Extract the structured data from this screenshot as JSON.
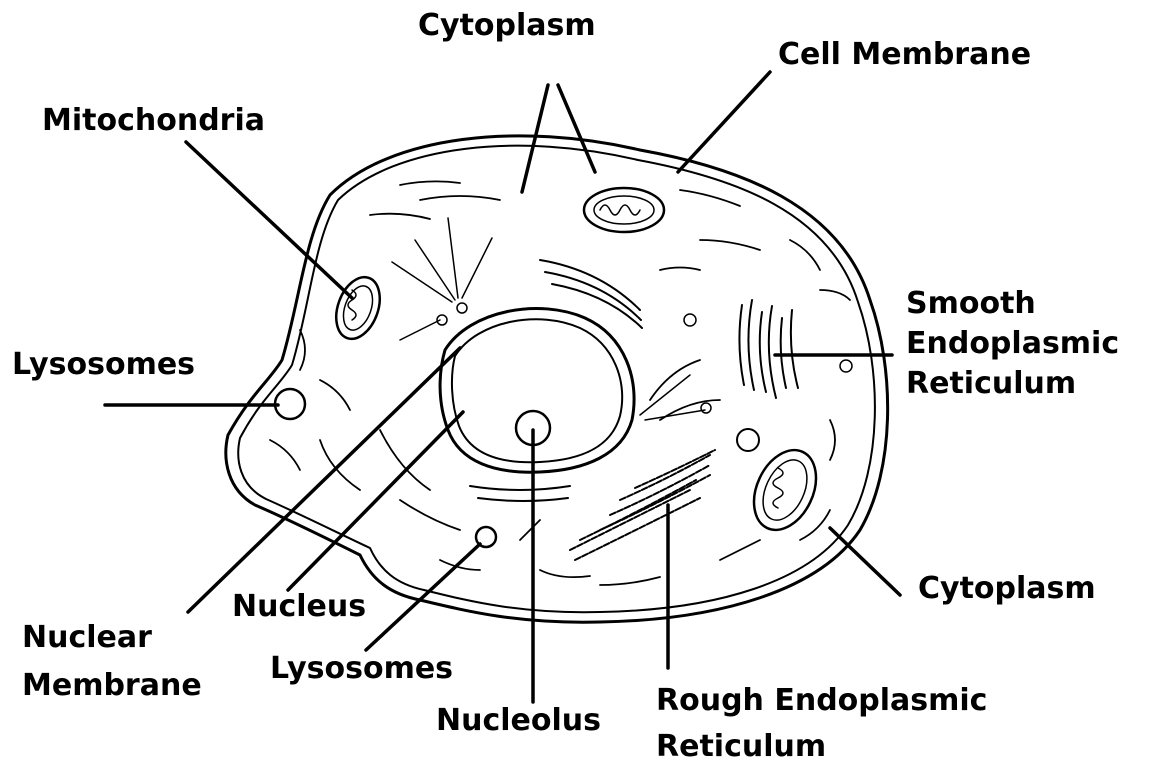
{
  "labels": {
    "cytoplasm_top": "Cytoplasm",
    "cell_membrane": "Cell Membrane",
    "mitochondria": "Mitochondria",
    "smooth_er": [
      "Smooth",
      "Endoplasmic",
      "Reticulum"
    ],
    "lysosomes_left": "Lysosomes",
    "cytoplasm_right": "Cytoplasm",
    "nucleus": "Nucleus",
    "nuclear_membrane": [
      "Nuclear",
      "Membrane"
    ],
    "lysosomes_bottom": "Lysosomes",
    "nucleolus": "Nucleolus",
    "rough_er": [
      "Rough Endoplasmic",
      "Reticulum"
    ]
  },
  "colors": {
    "ink": "#000000",
    "background": "#ffffff"
  }
}
